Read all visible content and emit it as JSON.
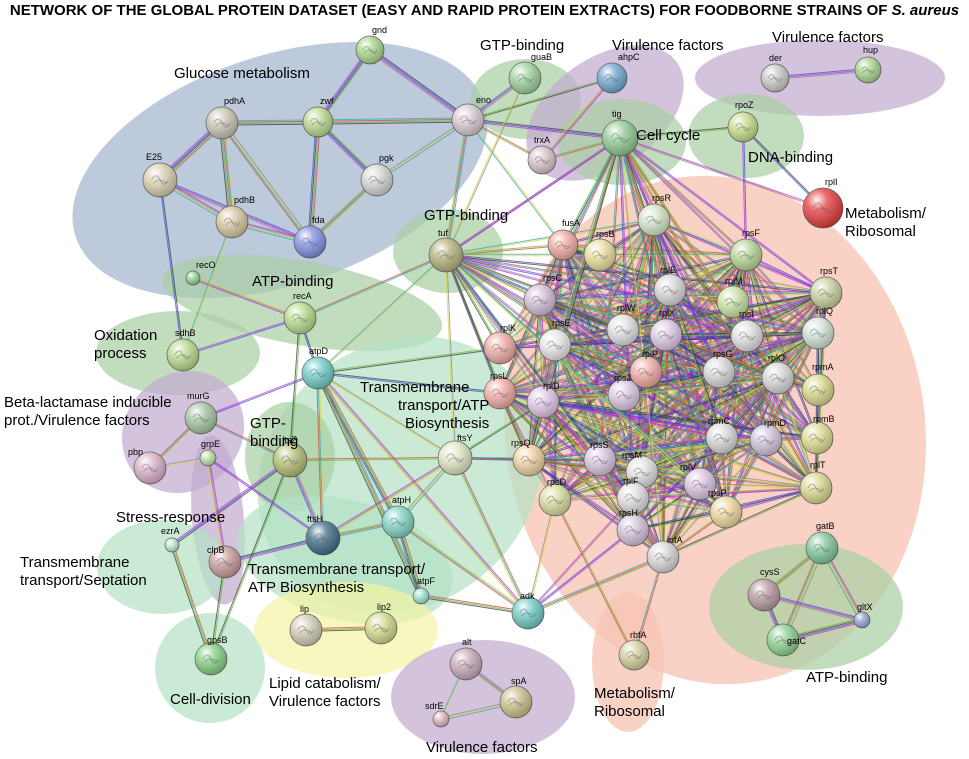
{
  "title": {
    "text": "NETWORK OF THE GLOBAL PROTEIN DATASET (EASY AND RAPID PROTEIN EXTRACTS) FOR FOODBORNE STRAINS OF ",
    "species": "S. aureus"
  },
  "colors": {
    "cluster_blue": "#9fb3cd",
    "cluster_green": "#a8cfa3",
    "cluster_purple": "#c2a9cf",
    "cluster_salmon": "#f8c3b1",
    "cluster_yellow": "#f5f3a4",
    "cluster_mint": "#b4e1c5",
    "edge_colors": [
      "#3c3c3c",
      "#2fa7b8",
      "#c72ad6",
      "#64b83a",
      "#e0d43b",
      "#3b4fd6",
      "#d64a3a",
      "#8a8a8a"
    ]
  },
  "clusters": [
    {
      "id": "c_glucose",
      "label": "Glucose metabolism",
      "color": "blue"
    },
    {
      "id": "c_gtp_top",
      "label": "GTP-binding",
      "color": "green"
    },
    {
      "id": "c_vir_top",
      "label": "Virulence factors",
      "color": "purple"
    },
    {
      "id": "c_vir_right",
      "label": "Virulence factors",
      "color": "purple"
    },
    {
      "id": "c_cellcycle",
      "label": "Cell cycle",
      "color": "green"
    },
    {
      "id": "c_dna",
      "label": "DNA-binding",
      "color": "green"
    },
    {
      "id": "c_metab_big",
      "label": "Metabolism/ Ribosomal",
      "color": "salmon"
    },
    {
      "id": "c_gtp_mid",
      "label": "GTP-binding",
      "color": "green"
    },
    {
      "id": "c_atp_top",
      "label": "ATP-binding",
      "color": "green"
    },
    {
      "id": "c_oxid",
      "label": "Oxidation process",
      "color": "green"
    },
    {
      "id": "c_tm_atp_mid",
      "label": "Transmembrane transport/ATP Biosynthesis",
      "color": "mint"
    },
    {
      "id": "c_beta",
      "label": "Beta-lactamase inducible prot./Virulence factors",
      "color": "purple"
    },
    {
      "id": "c_gtp_left",
      "label": "GTP-binding",
      "color": "green"
    },
    {
      "id": "c_stress",
      "label": "Stress-response",
      "color": "purple"
    },
    {
      "id": "c_tm_sept",
      "label": "Transmembrane transport/Septation",
      "color": "mint"
    },
    {
      "id": "c_tm_atp_low",
      "label": "Transmembrane transport/ ATP Biosynthesis",
      "color": "mint"
    },
    {
      "id": "c_celldiv",
      "label": "Cell-division",
      "color": "mint"
    },
    {
      "id": "c_lipid",
      "label": "Lipid catabolism/ Virulence factors",
      "color": "yellow"
    },
    {
      "id": "c_vir_bottom",
      "label": "Virulence factors",
      "color": "purple"
    },
    {
      "id": "c_metab_small",
      "label": "Metabolism/ Ribosomal",
      "color": "salmon"
    },
    {
      "id": "c_atp_right",
      "label": "ATP-binding",
      "color": "green"
    }
  ],
  "nodes": [
    {
      "id": "gnd",
      "color": "#a8d58a"
    },
    {
      "id": "pdhA",
      "color": "#c9c4b3"
    },
    {
      "id": "E25",
      "color": "#d7cfae"
    },
    {
      "id": "zwf",
      "color": "#b9d98e"
    },
    {
      "id": "pgk",
      "color": "#d4d6d4"
    },
    {
      "id": "pdhB",
      "color": "#d6c79e"
    },
    {
      "id": "fda",
      "color": "#7f8ee0"
    },
    {
      "id": "eno",
      "color": "#d9cad2"
    },
    {
      "id": "guaB",
      "color": "#9fd19a"
    },
    {
      "id": "ahpC",
      "color": "#6fa6cf"
    },
    {
      "id": "der",
      "color": "#c9cbc6"
    },
    {
      "id": "hup",
      "color": "#a8d58a"
    },
    {
      "id": "rpoZ",
      "color": "#c6dc86"
    },
    {
      "id": "tig",
      "color": "#90c890"
    },
    {
      "id": "trxA",
      "color": "#d7c3c6"
    },
    {
      "id": "rplI",
      "color": "#e23a3a"
    },
    {
      "id": "tuf",
      "color": "#b4b27c"
    },
    {
      "id": "fusA",
      "color": "#f0a9a2"
    },
    {
      "id": "rpsR",
      "color": "#d3e5c8"
    },
    {
      "id": "rpsB",
      "color": "#e9df9c"
    },
    {
      "id": "rpsF",
      "color": "#b7d693"
    },
    {
      "id": "rplE",
      "color": "#d9d9d9"
    },
    {
      "id": "rplM",
      "color": "#c8e3a4"
    },
    {
      "id": "rpsT",
      "color": "#c6d19d"
    },
    {
      "id": "recO",
      "color": "#8fd18a"
    },
    {
      "id": "recA",
      "color": "#b8dc8a"
    },
    {
      "id": "rpsC",
      "color": "#d0bfd8"
    },
    {
      "id": "rplW",
      "color": "#e1e1e1"
    },
    {
      "id": "rpsI",
      "color": "#e0e0e0"
    },
    {
      "id": "rplQ",
      "color": "#d3e2d9"
    },
    {
      "id": "rplK",
      "color": "#f0aaa3"
    },
    {
      "id": "rpsE",
      "color": "#e8e8e8"
    },
    {
      "id": "rplX",
      "color": "#dcc9e4"
    },
    {
      "id": "sdhB",
      "color": "#b8d98a"
    },
    {
      "id": "atpD",
      "color": "#6eccc8"
    },
    {
      "id": "rplP",
      "color": "#f0a9a2"
    },
    {
      "id": "rpsG",
      "color": "#d8d8d8"
    },
    {
      "id": "rplO",
      "color": "#d7d7d7"
    },
    {
      "id": "rpmA",
      "color": "#d9d88a"
    },
    {
      "id": "rpsL",
      "color": "#f0a9a2"
    },
    {
      "id": "rplD",
      "color": "#dfc6e5"
    },
    {
      "id": "rpsJ",
      "color": "#dac8e1"
    },
    {
      "id": "rpmC",
      "color": "#d9d9d9"
    },
    {
      "id": "rpmD",
      "color": "#d1c4db"
    },
    {
      "id": "rpmB",
      "color": "#dedc8e"
    },
    {
      "id": "murG",
      "color": "#a2c4a1"
    },
    {
      "id": "grpE",
      "color": "#bcdfa6"
    },
    {
      "id": "pbp",
      "color": "#d8afc7"
    },
    {
      "id": "ftsZ",
      "color": "#b3be71"
    },
    {
      "id": "ftsY",
      "color": "#dfe6bf"
    },
    {
      "id": "rpsQ",
      "color": "#efd1a1"
    },
    {
      "id": "rpsS",
      "color": "#d9c5e0"
    },
    {
      "id": "rpsM",
      "color": "#e0e0e0"
    },
    {
      "id": "rplV",
      "color": "#dcc5e2"
    },
    {
      "id": "rplT",
      "color": "#d7d98f"
    },
    {
      "id": "rpsD",
      "color": "#d8dc9d"
    },
    {
      "id": "rplF",
      "color": "#e0e0e0"
    },
    {
      "id": "rpsP",
      "color": "#f0d79b"
    },
    {
      "id": "rpsH",
      "color": "#d4c3dc"
    },
    {
      "id": "ftsH",
      "color": "#3d6a84"
    },
    {
      "id": "atpH",
      "color": "#7fd4c2"
    },
    {
      "id": "clpB",
      "color": "#c89a9a"
    },
    {
      "id": "ezrA",
      "color": "#bfe4cd"
    },
    {
      "id": "infA",
      "color": "#d8d8d8"
    },
    {
      "id": "gatB",
      "color": "#7fc79c"
    },
    {
      "id": "cysS",
      "color": "#b89aa0"
    },
    {
      "id": "gltX",
      "color": "#95a2d6"
    },
    {
      "id": "gatC",
      "color": "#8bd28f"
    },
    {
      "id": "atpF",
      "color": "#9fe0cf"
    },
    {
      "id": "adk",
      "color": "#6fcac3"
    },
    {
      "id": "lip",
      "color": "#d2ccb6"
    },
    {
      "id": "lip2",
      "color": "#d4d98b"
    },
    {
      "id": "rbfA",
      "color": "#d4cf9c"
    },
    {
      "id": "gpsB",
      "color": "#84cf82"
    },
    {
      "id": "alt",
      "color": "#c7a7b7"
    },
    {
      "id": "spA",
      "color": "#c9c08a"
    },
    {
      "id": "sdrE",
      "color": "#e3b2bb"
    }
  ]
}
